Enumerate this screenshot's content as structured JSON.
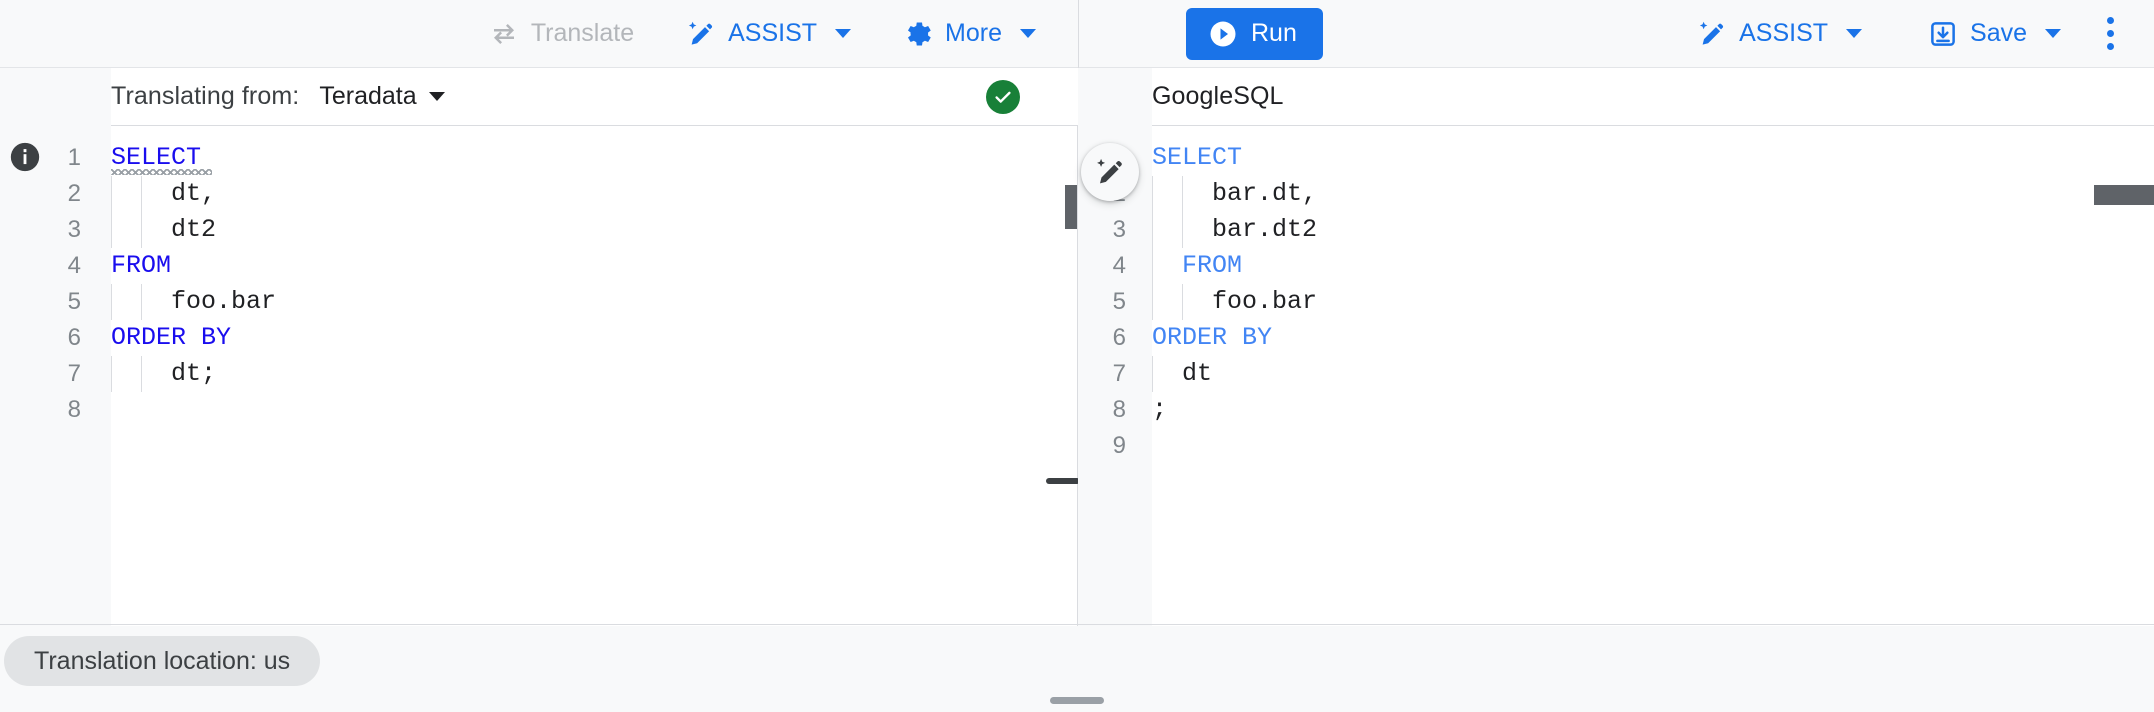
{
  "toolbar": {
    "left": [
      {
        "name": "translate",
        "label": "Translate",
        "icon": "translate-swap-icon",
        "disabled": true,
        "caret": false
      },
      {
        "name": "assist",
        "label": "ASSIST",
        "icon": "magic-wand-icon",
        "disabled": false,
        "caret": true
      },
      {
        "name": "more",
        "label": "More",
        "icon": "gear-icon",
        "disabled": false,
        "caret": true
      }
    ],
    "run": {
      "label": "Run",
      "icon": "play-icon",
      "color": "#1a73e8"
    },
    "right": [
      {
        "name": "assist",
        "label": "ASSIST",
        "icon": "magic-wand-icon",
        "caret": true
      },
      {
        "name": "save",
        "label": "Save",
        "icon": "save-download-icon",
        "caret": true
      }
    ],
    "overflow": {
      "name": "more-options",
      "icon": "kebab-menu-icon"
    }
  },
  "source_pane": {
    "label": "Translating from:",
    "language": "Teradata",
    "status_icon": "check-circle-icon",
    "status_color": "#188038",
    "info_icon": "info-icon",
    "lines": [
      {
        "n": "1",
        "text": "SELECT",
        "kw": "SELECT",
        "rest": "",
        "squiggle": true,
        "indent": 0
      },
      {
        "n": "2",
        "text": "    dt,",
        "kw": "",
        "rest": "    dt,",
        "squiggle": false,
        "indent": 2
      },
      {
        "n": "3",
        "text": "    dt2",
        "kw": "",
        "rest": "    dt2",
        "squiggle": false,
        "indent": 2
      },
      {
        "n": "4",
        "text": "FROM",
        "kw": "FROM",
        "rest": "",
        "squiggle": false,
        "indent": 0
      },
      {
        "n": "5",
        "text": "    foo.bar",
        "kw": "",
        "rest": "    foo.bar",
        "squiggle": false,
        "indent": 2
      },
      {
        "n": "6",
        "text": "ORDER BY",
        "kw": "ORDER BY",
        "rest": "",
        "squiggle": false,
        "indent": 0
      },
      {
        "n": "7",
        "text": "    dt;",
        "kw": "",
        "rest": "    dt;",
        "squiggle": false,
        "indent": 2
      },
      {
        "n": "8",
        "text": "",
        "kw": "",
        "rest": "",
        "squiggle": false,
        "indent": 0
      }
    ]
  },
  "target_pane": {
    "label": "GoogleSQL",
    "lines": [
      {
        "n": "1",
        "text": "SELECT",
        "kw": "SELECT",
        "rest": "",
        "indent": 0
      },
      {
        "n": "2",
        "text": "    bar.dt,",
        "kw": "",
        "rest": "    bar.dt,",
        "indent": 2
      },
      {
        "n": "3",
        "text": "    bar.dt2",
        "kw": "",
        "rest": "    bar.dt2",
        "indent": 2
      },
      {
        "n": "4",
        "text": "  FROM",
        "kw": "  FROM",
        "rest": "",
        "indent": 1
      },
      {
        "n": "5",
        "text": "    foo.bar",
        "kw": "",
        "rest": "    foo.bar",
        "indent": 2
      },
      {
        "n": "6",
        "text": "ORDER BY",
        "kw": "ORDER BY",
        "rest": "",
        "indent": 0
      },
      {
        "n": "7",
        "text": "  dt",
        "kw": "",
        "rest": "  dt",
        "indent": 1
      },
      {
        "n": "8",
        "text": ";",
        "kw": "",
        "rest": ";",
        "indent": 0
      },
      {
        "n": "9",
        "text": "",
        "kw": "",
        "rest": "",
        "indent": 0
      }
    ]
  },
  "center_action": {
    "name": "suggest-edit-button",
    "icon": "magic-wand-pencil-icon"
  },
  "footer": {
    "location_pill": "Translation location: us",
    "resize_handle": "horizontal-resize-handle"
  }
}
